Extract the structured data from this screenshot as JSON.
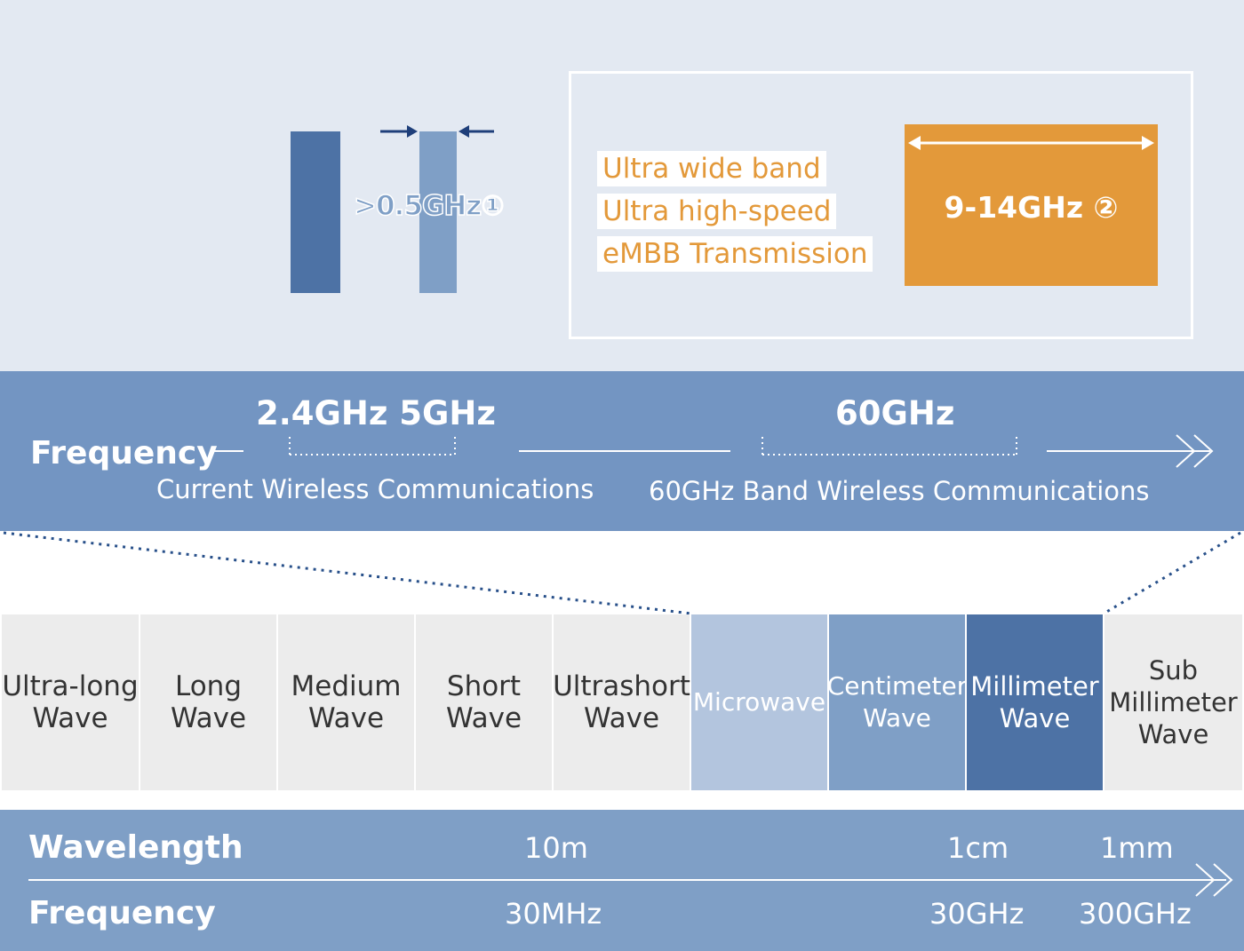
{
  "colors": {
    "top_panel_bg": "#e3e9f2",
    "freq_band_bg": "#7395c2",
    "bottom_band_bg": "#7f9fc6",
    "accent_orange": "#e3993a",
    "dark_blue": "#4d72a5",
    "mid_blue": "#7f9fc6",
    "light_blue": "#b3c5de",
    "gray_cell": "#ececec",
    "navy_arrow": "#1f3f7a"
  },
  "top": {
    "bandwidth_label": ">0.5GHz①",
    "uwb_lines": [
      "Ultra wide band",
      "Ultra high-speed",
      "eMBB Transmission"
    ],
    "band_label": "9-14GHz ②"
  },
  "frequency_band": {
    "label": "Frequency",
    "current_freqs": "2.4GHz  5GHz",
    "current_caption": "Current Wireless  Communications",
    "ghz60": "60GHz",
    "ghz60_caption": "60GHz Band Wireless Communications"
  },
  "spectrum": [
    {
      "label": "Ultra-long\nWave",
      "style": "gray"
    },
    {
      "label": "Long\nWave",
      "style": "gray"
    },
    {
      "label": "Medium\nWave",
      "style": "gray"
    },
    {
      "label": "Short\nWave",
      "style": "gray"
    },
    {
      "label": "Ultrashort\nWave",
      "style": "gray"
    },
    {
      "label": "Microwave",
      "style": "light"
    },
    {
      "label": "Centimeter\nWave",
      "style": "mid"
    },
    {
      "label": "Millimeter\nWave",
      "style": "dark"
    },
    {
      "label": "Sub\nMillimeter\nWave",
      "style": "gray"
    }
  ],
  "bottom": {
    "wavelength_label": "Wavelength",
    "frequency_label": "Frequency",
    "wl_10m": "10m",
    "wl_1cm": "1cm",
    "wl_1mm": "1mm",
    "f_30mhz": "30MHz",
    "f_30ghz": "30GHz",
    "f_300ghz": "300GHz"
  }
}
